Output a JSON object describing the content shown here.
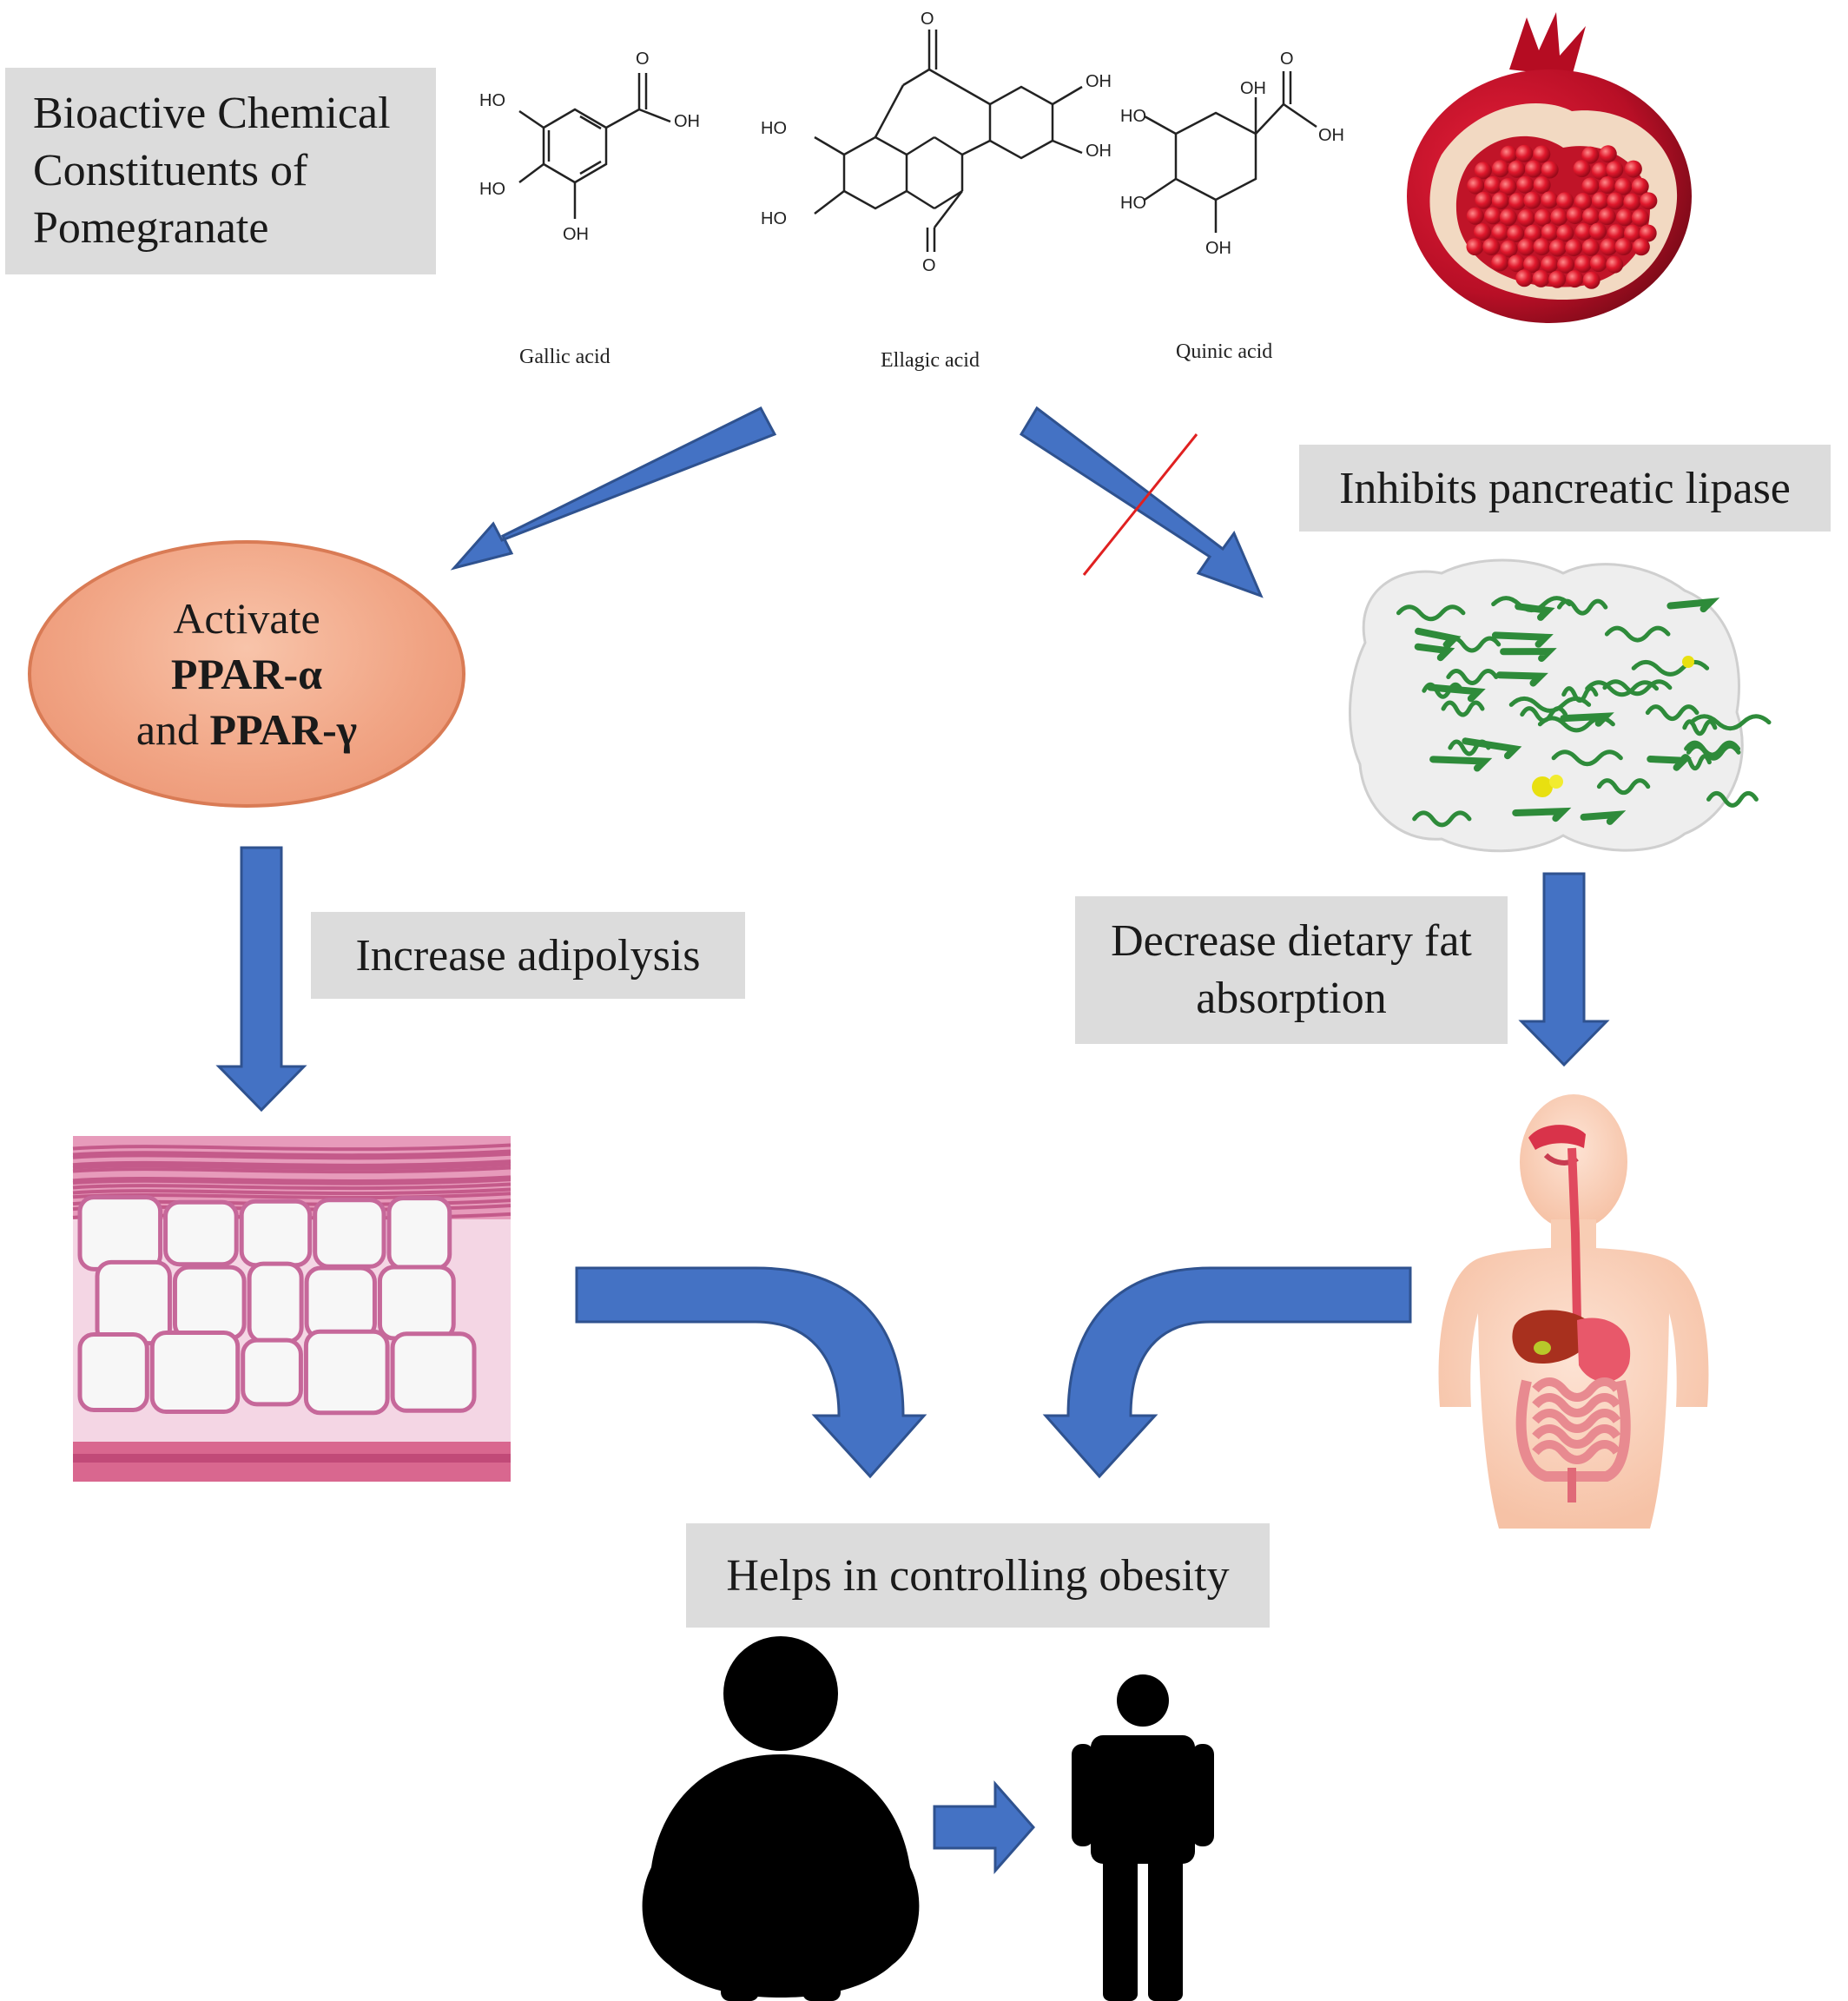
{
  "title_box": {
    "lines": [
      "Bioactive Chemical",
      "Constituents of",
      "Pomegranate"
    ]
  },
  "molecules": [
    {
      "name": "Gallic acid",
      "groups": [
        "HO",
        "HO",
        "OH",
        "O",
        "OH"
      ]
    },
    {
      "name": "Ellagic acid",
      "groups": [
        "O",
        "OH",
        "HO",
        "OH",
        "HO",
        "O"
      ]
    },
    {
      "name": "Quinic acid",
      "groups": [
        "HO",
        "OH",
        "O",
        "OH",
        "HO",
        "OH"
      ]
    }
  ],
  "ppar": {
    "line1": "Activate",
    "line2": "PPAR-α",
    "line3_prefix": "and ",
    "line3_bold": "PPAR-γ"
  },
  "labels": {
    "inhibits_lipase": "Inhibits pancreatic lipase",
    "increase_adipolysis": "Increase adipolysis",
    "decrease_fat": [
      "Decrease dietary fat",
      "absorption"
    ],
    "controlling_obesity": "Helps in controlling obesity"
  },
  "colors": {
    "arrow_fill": "#4472c4",
    "arrow_stroke": "#2f528f",
    "box_gray": "#dcdcdc",
    "ellipse_fill": "#f4b183",
    "cross_line": "#e02020",
    "pomegranate": "#c8102e",
    "adipose_pink": "#e8a0c0",
    "protein_green": "#2e8b3a"
  },
  "icons": [
    "pomegranate-image",
    "lipase-protein-image",
    "adipose-tissue-image",
    "digestive-system-image",
    "obese-person-icon",
    "slim-person-icon"
  ]
}
